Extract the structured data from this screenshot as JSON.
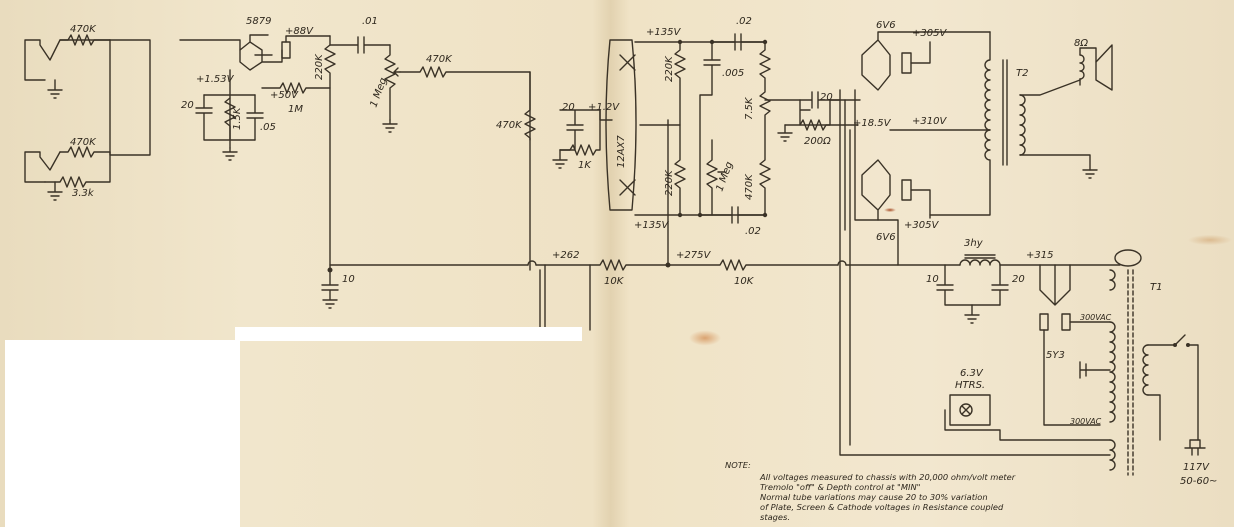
{
  "labels": {
    "r_470k_a": "470K",
    "r_470k_b": "470K",
    "r_3_3k": "3.3k",
    "tube_5879": "5879",
    "v_1_53": "+1.53V",
    "v_88": "+88V",
    "c_01": ".01",
    "r_220k_a": "220K",
    "r_1meg_a": "1 Meg",
    "r_470k_c": "470K",
    "c_20_a": "20",
    "r_1_5k": "1.5K",
    "c_05": ".05",
    "v_50": "+50V",
    "r_1m": "1M",
    "c_10_a": "10",
    "r_470k_d": "470K",
    "c_20_b": "20",
    "v_1_2": "+1.2V",
    "r_1k": "1K",
    "tube_12ax7": "12AX7",
    "v_135_a": "+135V",
    "v_135_b": "+135V",
    "r_220k_b": "220K",
    "r_220k_c": "220K",
    "c_02_a": ".02",
    "c_005": ".005",
    "r_1meg_b": "1 Meg",
    "c_02_b": ".02",
    "r_7_5k": "7.5K",
    "r_470k_e": "470K",
    "tube_6v6_a": "6V6",
    "tube_6v6_b": "6V6",
    "v_305_a": "+305V",
    "v_305_b": "+305V",
    "c_20_c": "20",
    "r_200": "200Ω",
    "v_18_5": "+18.5V",
    "v_310": "+310V",
    "xfmr_t2": "T2",
    "spk_8ohm": "8Ω",
    "v_262": "+262",
    "r_10k_a": "10K",
    "v_275": "+275V",
    "r_10k_b": "10K",
    "choke_3hy": "3hy",
    "v_315": "+315",
    "c_10_b": "10",
    "c_20_d": "20",
    "xfmr_t1": "T1",
    "tube_5y3": "5Y3",
    "v_300ac_a": "300VAC",
    "v_300ac_b": "300VAC",
    "htrs_v": "6.3V",
    "htrs": "HTRS.",
    "mains_v": "117V",
    "mains_hz": "50-60~"
  },
  "note": {
    "title": "NOTE:",
    "lines": [
      "All voltages measured to chassis with 20,000 ohm/volt meter",
      "Tremolo \"off\" & Depth control at \"MIN\"",
      "Normal tube variations may cause 20 to 30% variation",
      "of Plate, Screen & Cathode voltages in Resistance coupled",
      "stages."
    ]
  }
}
